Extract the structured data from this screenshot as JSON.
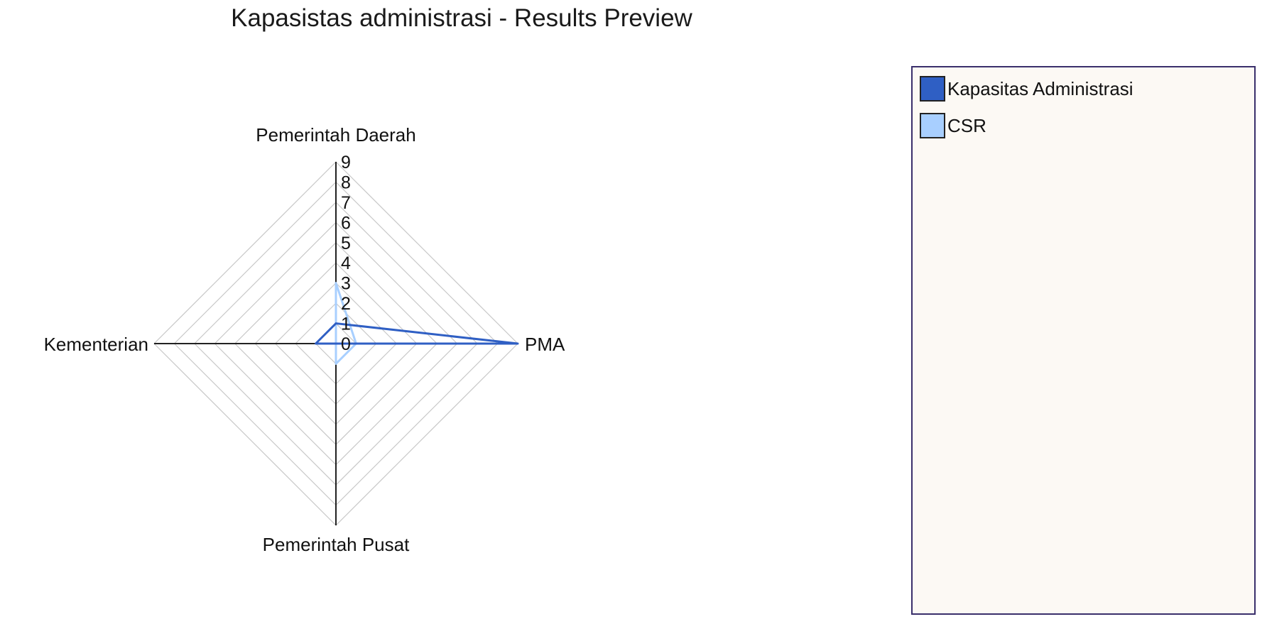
{
  "chart_data": {
    "type": "radar",
    "title": "Kapasistas administrasi - Results Preview",
    "axes": [
      "Pemerintah Daerah",
      "PMA",
      "Pemerintah Pusat",
      "Kementerian"
    ],
    "ticks": [
      "0",
      "1",
      "2",
      "3",
      "4",
      "5",
      "6",
      "7",
      "8",
      "9"
    ],
    "rmax": 9,
    "grid": true,
    "legend_position": "right",
    "series": [
      {
        "name": "Kapasitas Administrasi",
        "color": "#2f5fc4",
        "values": [
          1,
          9,
          0,
          1
        ]
      },
      {
        "name": "CSR",
        "color": "#a8cfff",
        "values": [
          3,
          1,
          1,
          0
        ]
      }
    ]
  }
}
